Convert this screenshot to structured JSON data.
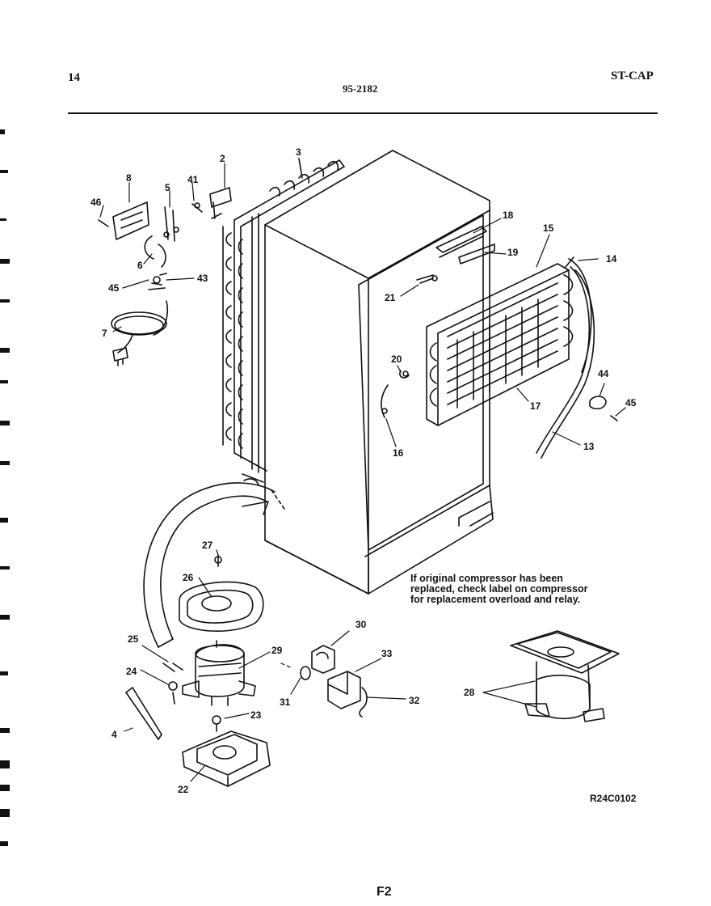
{
  "header": {
    "page_number": "14",
    "document_code": "95-2182",
    "model_code": "ST-CAP"
  },
  "note": "If original compressor has been replaced, check label on compressor for replacement overload and relay.",
  "drawing_code": "R24C0102",
  "footer_code": "F2",
  "callouts": [
    "2",
    "3",
    "4",
    "5",
    "6",
    "7",
    "8",
    "13",
    "14",
    "15",
    "16",
    "16",
    "17",
    "18",
    "19",
    "20",
    "21",
    "22",
    "23",
    "24",
    "25",
    "26",
    "27",
    "28",
    "29",
    "30",
    "31",
    "32",
    "33",
    "41",
    "43",
    "44",
    "45",
    "45",
    "46"
  ]
}
